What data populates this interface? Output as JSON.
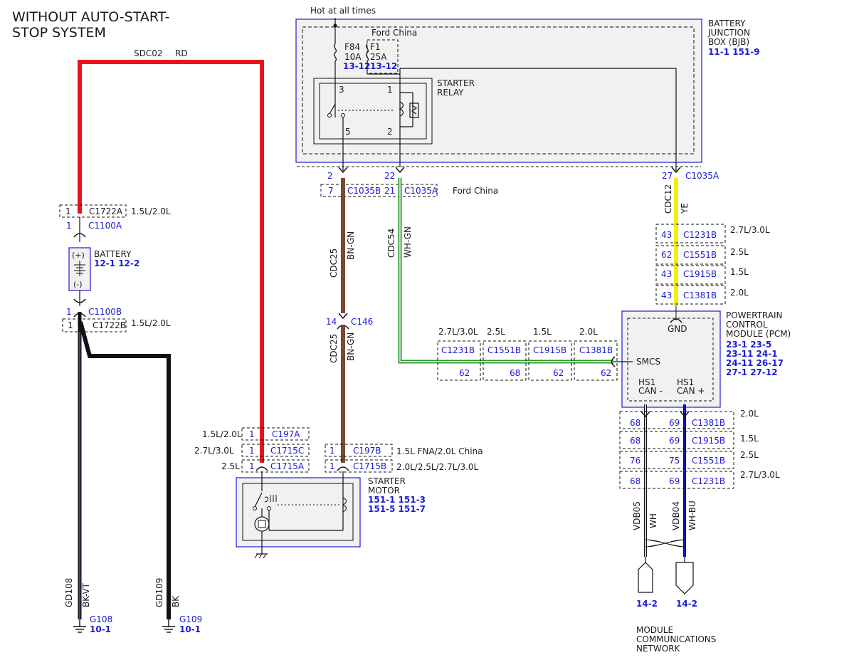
{
  "title": [
    "WITHOUT AUTO-START-",
    "STOP SYSTEM"
  ],
  "hot_label": "Hot at all times",
  "bjb": {
    "name": [
      "BATTERY",
      "JUNCTION",
      "BOX (BJB)"
    ],
    "refs": "11-1   151-9",
    "ford_china": "Ford China",
    "fuse_f84": [
      "F84",
      "10A",
      "13-12"
    ],
    "fuse_f1": [
      "F1",
      "25A",
      "13-12"
    ],
    "relay_name": [
      "STARTER",
      "RELAY"
    ],
    "relay_pins": [
      "3",
      "1",
      "5",
      "2"
    ]
  },
  "bjb_pins": {
    "p2": "2",
    "p22": "22",
    "p27": "27",
    "c1035a_right": "C1035A"
  },
  "fc_row": {
    "pin7": "7",
    "c1035b": "C1035B",
    "pin21": "21",
    "c1035a": "C1035A",
    "label": "Ford China"
  },
  "battery": {
    "top_conn_pin": "1",
    "top_conn": "C1722A",
    "top_var": "1.5L/2.0L",
    "pos_pin": "1",
    "pos_conn": "C1100A",
    "name": "BATTERY",
    "refs": "12-1   12-2",
    "plus": "(+)",
    "minus": "(-)",
    "neg_pin": "1",
    "neg_conn": "C1100B",
    "bot_conn_pin": "1",
    "bot_conn": "C1722B",
    "bot_var": "1.5L/2.0L"
  },
  "wires": {
    "sdc02": "SDC02",
    "rd": "RD",
    "cdc25": "CDC25",
    "bngn": "BN-GN",
    "cdc54": "CDC54",
    "whgn": "WH-GN",
    "cdc12": "CDC12",
    "ye": "YE",
    "gd108": "GD108",
    "bkvt": "BK-VT",
    "gd109": "GD109",
    "bk": "BK",
    "vdb05": "VDB05",
    "wh": "WH",
    "vdb04": "VDB04",
    "whbu": "WH-BU"
  },
  "c146": {
    "pin": "14",
    "name": "C146"
  },
  "grounds": {
    "g108": "G108",
    "g108_ref": "10-1",
    "g109": "G109",
    "g109_ref": "10-1"
  },
  "starter": {
    "name": [
      "STARTER",
      "MOTOR"
    ],
    "refs": [
      "151-1  151-3",
      "151-5  151-7"
    ],
    "left_rows": [
      {
        "var": "1.5L/2.0L",
        "pin": "1",
        "conn": "C197A"
      },
      {
        "var": "2.7L/3.0L",
        "pin": "1",
        "conn": "C1715C"
      },
      {
        "var": "2.5L",
        "pin": "1",
        "conn": "C1715A"
      }
    ],
    "right_rows": [
      {
        "pin": "1",
        "conn": "C197B",
        "var": "1.5L FNA/2.0L China"
      },
      {
        "pin": "1",
        "conn": "C1715B",
        "var": "2.0L/2.5L/2.7L/3.0L"
      }
    ]
  },
  "cdc12_rows": [
    {
      "pin": "43",
      "conn": "C1231B",
      "var": "2.7L/3.0L"
    },
    {
      "pin": "62",
      "conn": "C1551B",
      "var": "2.5L"
    },
    {
      "pin": "43",
      "conn": "C1915B",
      "var": "1.5L"
    },
    {
      "pin": "43",
      "conn": "C1381B",
      "var": "2.0L"
    }
  ],
  "smcs_row": [
    {
      "var": "2.7L/3.0L",
      "conn": "C1231B",
      "pin": "62"
    },
    {
      "var": "2.5L",
      "conn": "C1551B",
      "pin": "68"
    },
    {
      "var": "1.5L",
      "conn": "C1915B",
      "pin": "62"
    },
    {
      "var": "2.0L",
      "conn": "C1381B",
      "pin": "62"
    }
  ],
  "pcm": {
    "name": [
      "POWERTRAIN",
      "CONTROL",
      "MODULE (PCM)"
    ],
    "refs": [
      "23-1    23-5",
      "23-11  24-1",
      "24-11  26-17",
      "27-1    27-12"
    ],
    "gnd": "GND",
    "smcs": "SMCS",
    "hs1a": [
      "HS1",
      "CAN -"
    ],
    "hs1b": [
      "HS1",
      "CAN +"
    ]
  },
  "can_rows": [
    {
      "p1": "68",
      "p2": "69",
      "conn": "C1381B",
      "var": "2.0L"
    },
    {
      "p1": "68",
      "p2": "69",
      "conn": "C1915B",
      "var": "1.5L"
    },
    {
      "p1": "76",
      "p2": "75",
      "conn": "C1551B",
      "var": "2.5L"
    },
    {
      "p1": "68",
      "p2": "69",
      "conn": "C1231B",
      "var": "2.7L/3.0L"
    }
  ],
  "network": {
    "ref1": "14-2",
    "ref2": "14-2",
    "name": [
      "MODULE",
      "COMMUNICATIONS",
      "NETWORK"
    ]
  },
  "colors": {
    "red": "#e8141c",
    "brown": "#7a4a2c",
    "yellow": "#f4ee10",
    "green": "#2a9a2a",
    "blue": "#1a1ad8",
    "black": "#111111",
    "violet": "#7a4fb4",
    "box_fill": "#f1f1f1"
  }
}
